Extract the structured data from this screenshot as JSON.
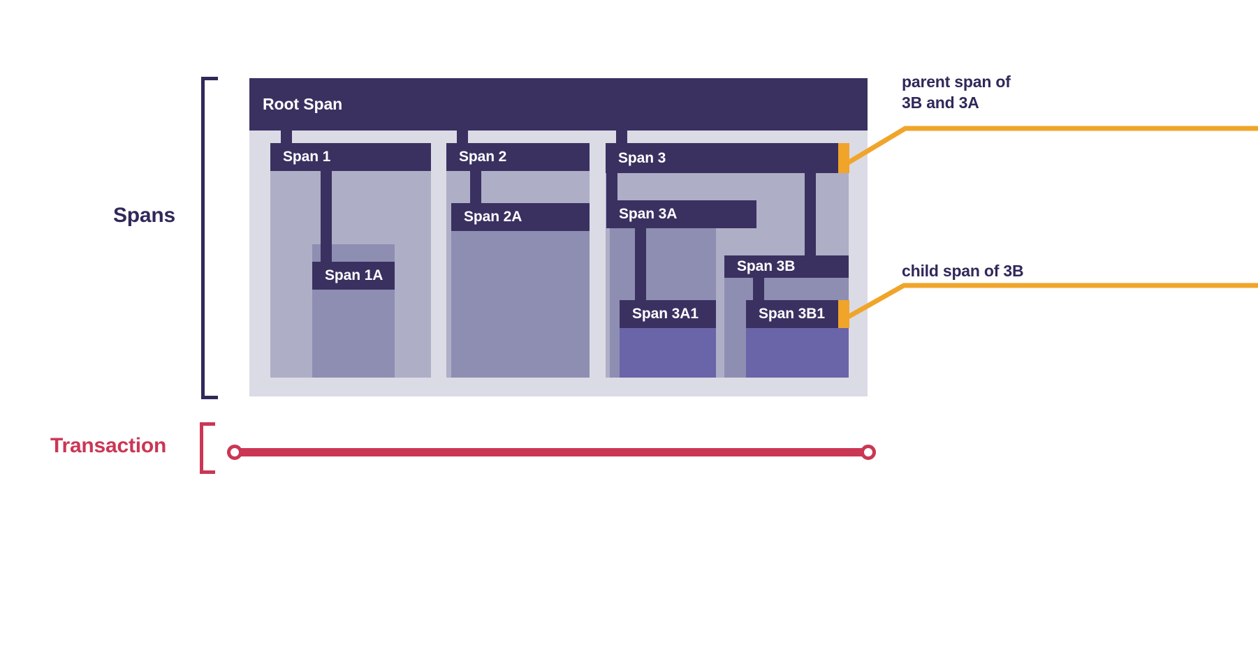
{
  "diagram": {
    "title_hidden": "",
    "sections": {
      "spans_label": "Spans",
      "transaction_label": "Transaction"
    },
    "colors": {
      "bar": "#3a3161",
      "lane": "#dbdbe6",
      "depth1": "#aeaec6",
      "depth2": "#8e8eb2",
      "depth3": "#6a64a8",
      "marker": "#f0a52a",
      "transaction": "#cb3654",
      "text_dark": "#31285a"
    },
    "spans": [
      {
        "id": "root",
        "label": "Root Span"
      },
      {
        "id": "s1",
        "label": "Span 1"
      },
      {
        "id": "s1a",
        "label": "Span 1A"
      },
      {
        "id": "s2",
        "label": "Span 2"
      },
      {
        "id": "s2a",
        "label": "Span 2A"
      },
      {
        "id": "s3",
        "label": "Span 3"
      },
      {
        "id": "s3a",
        "label": "Span 3A"
      },
      {
        "id": "s3a1",
        "label": "Span 3A1"
      },
      {
        "id": "s3b",
        "label": "Span 3B"
      },
      {
        "id": "s3b1",
        "label": "Span 3B1"
      }
    ],
    "callouts": [
      {
        "id": "parent",
        "text": "parent span of\n3B and 3A"
      },
      {
        "id": "child",
        "text": "child span of 3B"
      }
    ]
  }
}
